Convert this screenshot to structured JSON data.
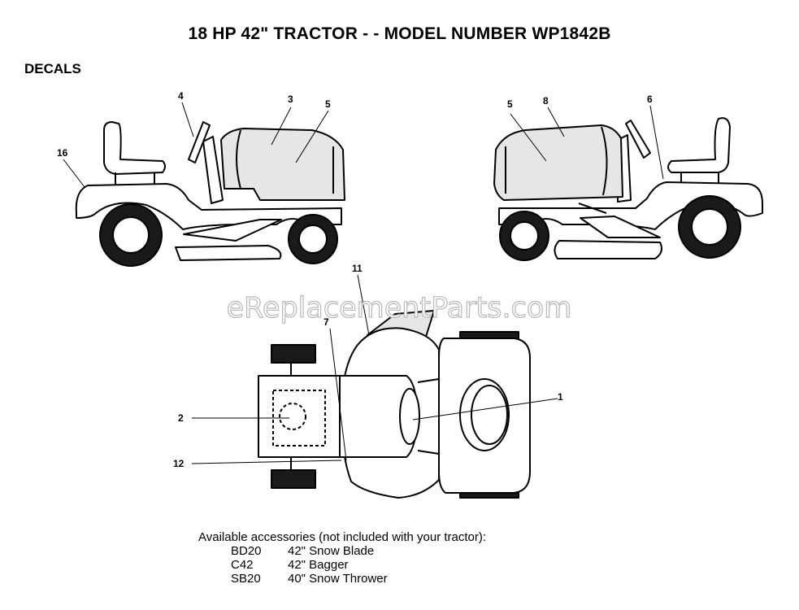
{
  "header": {
    "title": "18 HP 42\"  TRACTOR - - MODEL NUMBER WP1842B",
    "section": "DECALS"
  },
  "watermark": "eReplacementParts.com",
  "callouts": {
    "c16": "16",
    "c4": "4",
    "c3": "3",
    "c5_left": "5",
    "c5_right": "5",
    "c8": "8",
    "c6": "6",
    "c11": "11",
    "c7": "7",
    "c1": "1",
    "c2": "2",
    "c12": "12"
  },
  "accessories": {
    "heading": "Available accessories (not included with your tractor):",
    "items": [
      {
        "code": "BD20",
        "description": "42\" Snow Blade"
      },
      {
        "code": "C42",
        "description": "42\" Bagger"
      },
      {
        "code": "SB20",
        "description": "40\" Snow Thrower"
      }
    ]
  },
  "colors": {
    "line": "#000000",
    "decal_fill": "#e6e6e6",
    "tire": "#1a1a1a"
  }
}
